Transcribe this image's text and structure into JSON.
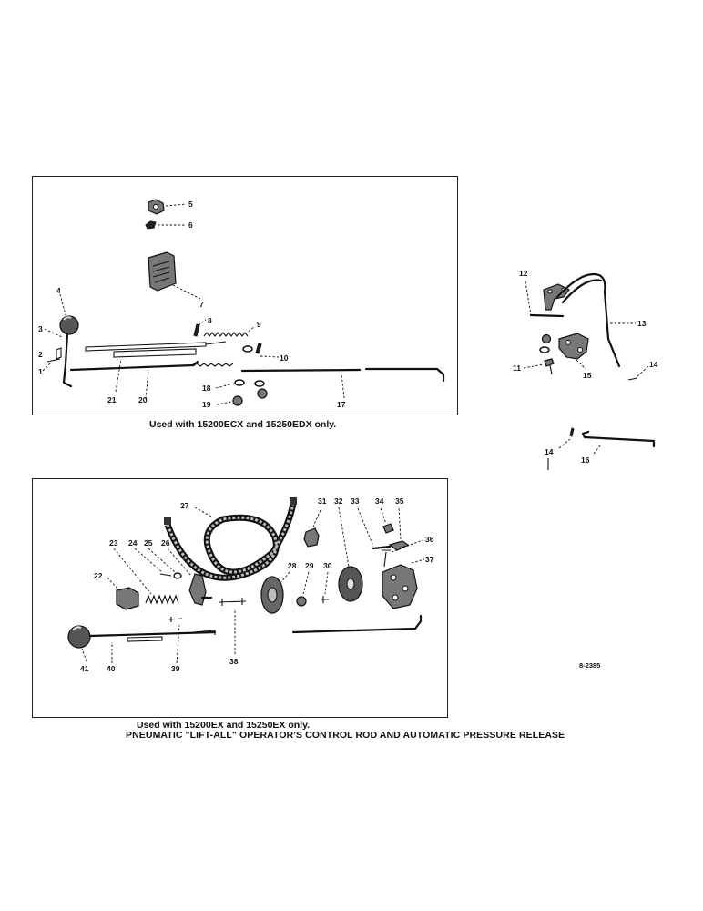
{
  "captions": {
    "top_box": "Used with 15200ECX and 15250EDX only.",
    "bottom_box": "Used with 15200EX and 15250EX only."
  },
  "title": "PNEUMATIC \"LIFT-ALL\" OPERATOR'S CONTROL ROD AND AUTOMATIC PRESSURE RELEASE",
  "diagram_code": "8-2385",
  "callouts": {
    "n1": "1",
    "n2": "2",
    "n3": "3",
    "n4": "4",
    "n5": "5",
    "n6": "6",
    "n7": "7",
    "n8": "8",
    "n9": "9",
    "n10": "10",
    "n11": "11",
    "n12": "12",
    "n13": "13",
    "n14": "14",
    "n14b": "14",
    "n15": "15",
    "n16": "16",
    "n17": "17",
    "n18": "18",
    "n19": "19",
    "n20": "20",
    "n21": "21",
    "n22": "22",
    "n23": "23",
    "n24": "24",
    "n25": "25",
    "n26": "26",
    "n27": "27",
    "n28": "28",
    "n29": "29",
    "n30": "30",
    "n31": "31",
    "n32": "32",
    "n33": "33",
    "n34": "34",
    "n35": "35",
    "n36": "36",
    "n37": "37",
    "n38": "38",
    "n38b": "38",
    "n39": "39",
    "n40": "40",
    "n41": "41"
  }
}
